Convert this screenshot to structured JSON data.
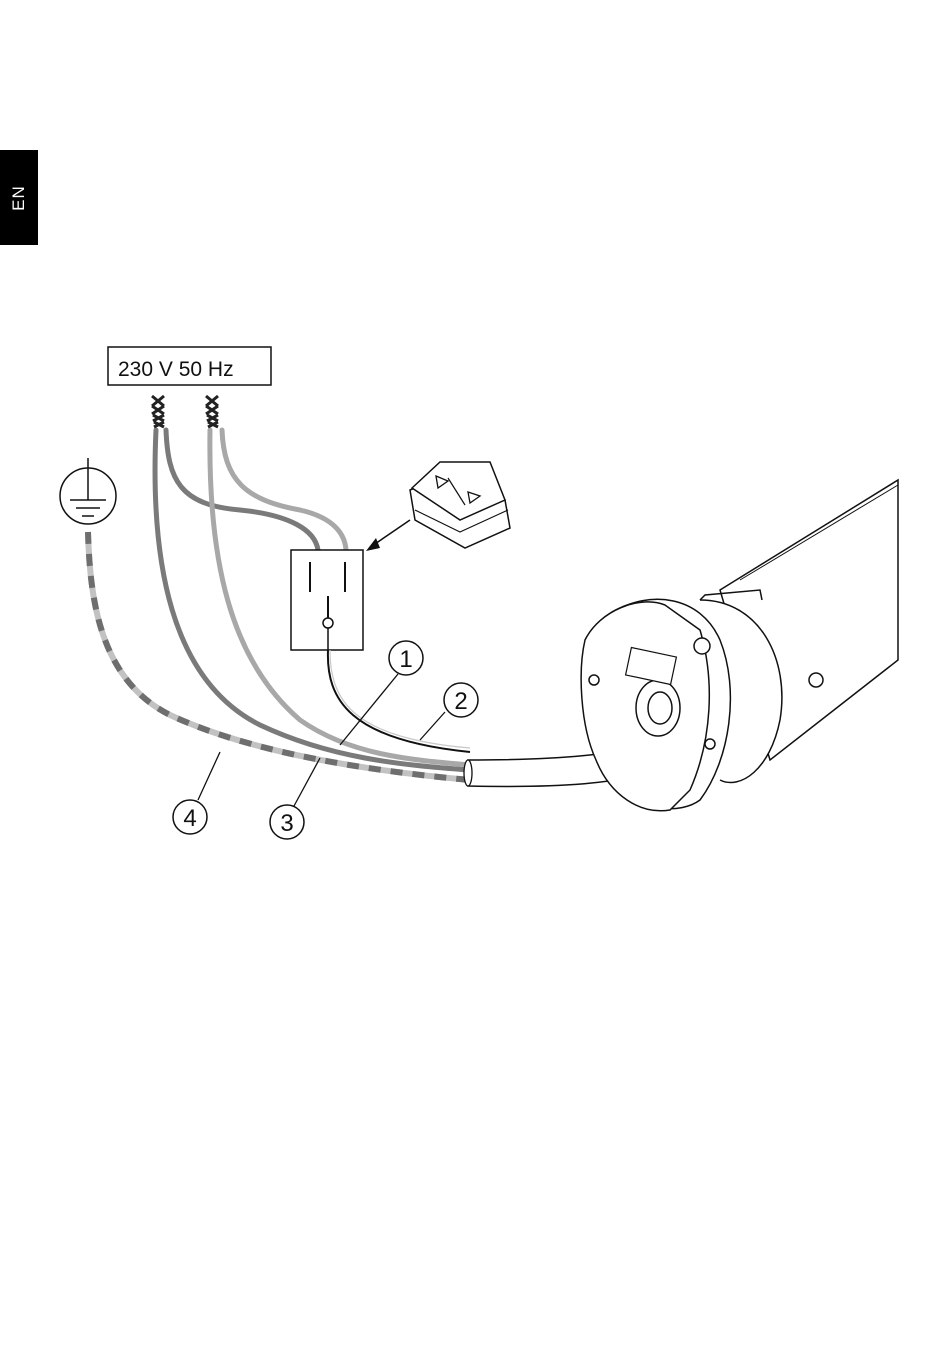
{
  "language_tab": "EN",
  "supply": {
    "label": "230 V  50 Hz"
  },
  "callouts": [
    {
      "id": "1"
    },
    {
      "id": "2"
    },
    {
      "id": "3"
    },
    {
      "id": "4"
    }
  ],
  "colors": {
    "wire_dark": "#7a7a7a",
    "wire_light": "#a8a8a8",
    "earth_dash_dark": "#6e6e6e",
    "earth_dash_light": "#c2c2c2",
    "line": "#111111",
    "switch_wire": "#9a9a9a"
  },
  "icons": [
    "earth-ground-icon",
    "wire-nut-icon",
    "switch-icon",
    "push-button-switch-icon",
    "tubular-motor-icon"
  ]
}
